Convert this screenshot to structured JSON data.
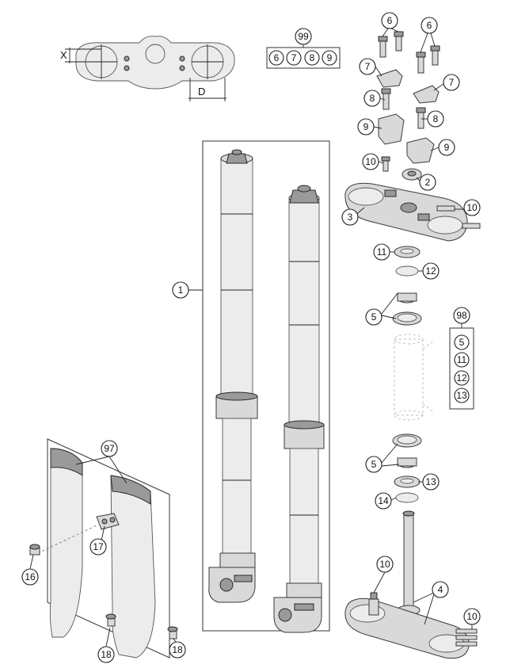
{
  "dimension_labels": {
    "x": "X",
    "d": "D"
  },
  "callouts": {
    "c1": "1",
    "c2": "2",
    "c3": "3",
    "c4": "4",
    "c5a": "5",
    "c5b": "5",
    "c6a": "6",
    "c6b": "6",
    "c7a": "7",
    "c7b": "7",
    "c8a": "8",
    "c8b": "8",
    "c9a": "9",
    "c9b": "9",
    "c10a": "10",
    "c10b": "10",
    "c10c": "10",
    "c10d": "10",
    "c11": "11",
    "c12": "12",
    "c13": "13",
    "c14": "14",
    "c16": "16",
    "c17": "17",
    "c18a": "18",
    "c18b": "18",
    "c97": "97",
    "c98": "98",
    "c99": "99"
  },
  "kit_99": {
    "label": "99",
    "items": [
      "6",
      "7",
      "8",
      "9"
    ]
  },
  "kit_98": {
    "label": "98",
    "items": [
      "5",
      "11",
      "12",
      "13"
    ]
  }
}
